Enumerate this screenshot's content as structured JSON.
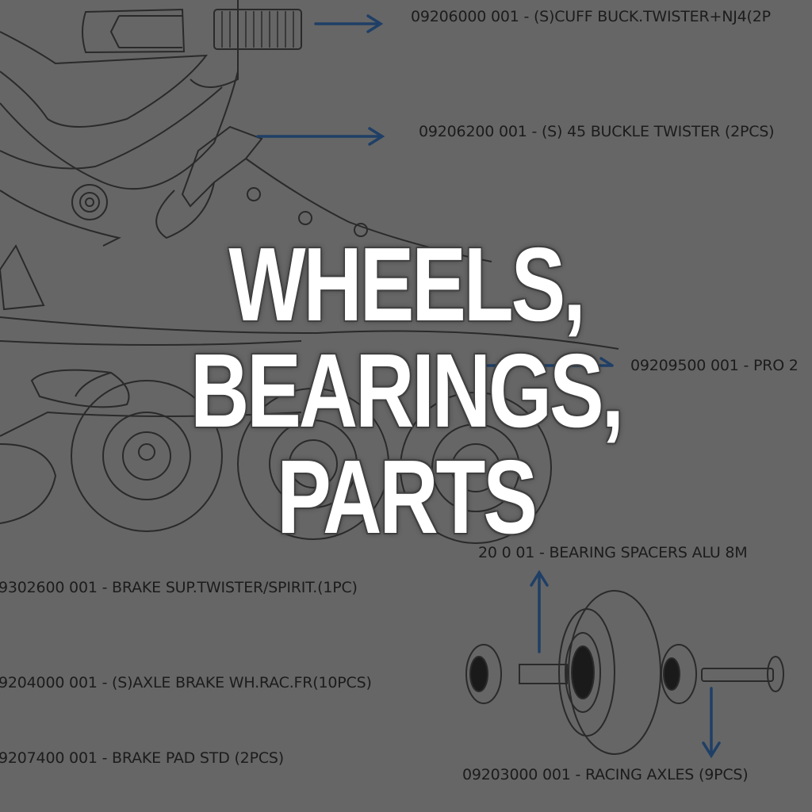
{
  "headline": {
    "lines": [
      "WHEELS,",
      "BEARINGS,",
      "PARTS"
    ],
    "color": "#ffffff"
  },
  "background_color": "#666666",
  "arrow_color": "#1f3f66",
  "part_labels": [
    {
      "id": "cuff-buckle",
      "text": "09206000 001 - (S)CUFF BUCK.TWISTER+NJ4(2P"
    },
    {
      "id": "buckle-45",
      "text": "09206200 001 -  (S) 45 BUCKLE TWISTER (2PCS)"
    },
    {
      "id": "pro-frame",
      "text": "09209500 001 - PRO 2"
    },
    {
      "id": "bearing-spacers",
      "text": "20     0     01 -  BEARING SPACERS ALU 8M"
    },
    {
      "id": "brake-support",
      "text": "9302600 001 - BRAKE SUP.TWISTER/SPIRIT.(1PC)"
    },
    {
      "id": "axle-brake",
      "text": "9204000 001  - (S)AXLE BRAKE WH.RAC.FR(10PCS)"
    },
    {
      "id": "brake-pad",
      "text": "9207400 001 - BRAKE PAD STD (2PCS)"
    },
    {
      "id": "racing-axles",
      "text": "09203000 001 - RACING AXLES (9PCS)"
    }
  ]
}
